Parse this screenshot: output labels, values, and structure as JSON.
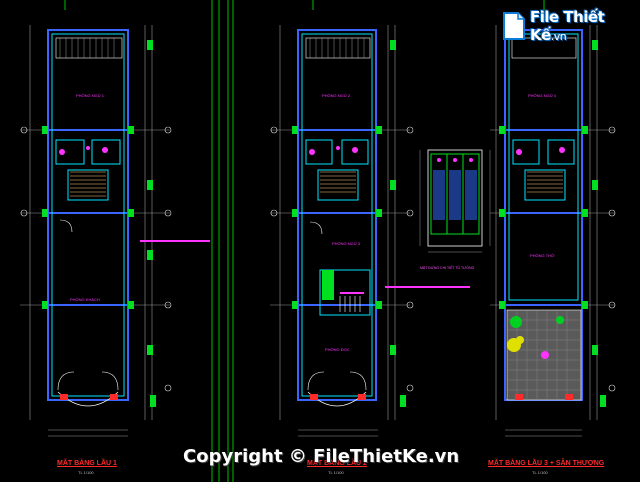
{
  "watermark": {
    "brand_main": "File Thiết Kế",
    "brand_suffix": ".vn",
    "copyright": "Copyright © FileThietKe.vn"
  },
  "plans": [
    {
      "title": "MẶT BẰNG LẦU 1",
      "scale": "TL 1/100"
    },
    {
      "title": "MẶT BẰNG LẦU 2",
      "scale": "TL 1/100"
    },
    {
      "title": "MẶT BẰNG LẦU 3 + SÂN THƯỢNG",
      "scale": "TL 1/100"
    }
  ],
  "rooms": {
    "p1_top": "PHÒNG NGỦ 1",
    "p1_bottom": "PHÒNG KHÁCH",
    "p2_top": "PHÒNG NGỦ 2",
    "p2_mid": "PHÒNG NGỦ 3",
    "p2_bottom": "PHÒNG ĐỌC",
    "p3_top": "PHÒNG NGỦ 4",
    "p3_mid": "PHÒNG THỜ"
  },
  "detail_caption": "MẶT ĐỨNG CHI TIẾT TỦ TƯỜNG",
  "colors": {
    "wall": "#3a66ff",
    "cyan": "#00e5ff",
    "green": "#00e020",
    "magenta": "#ff33ff",
    "yellow": "#ffff00",
    "red": "#ff2a2a",
    "grey": "#9a9a9a"
  }
}
